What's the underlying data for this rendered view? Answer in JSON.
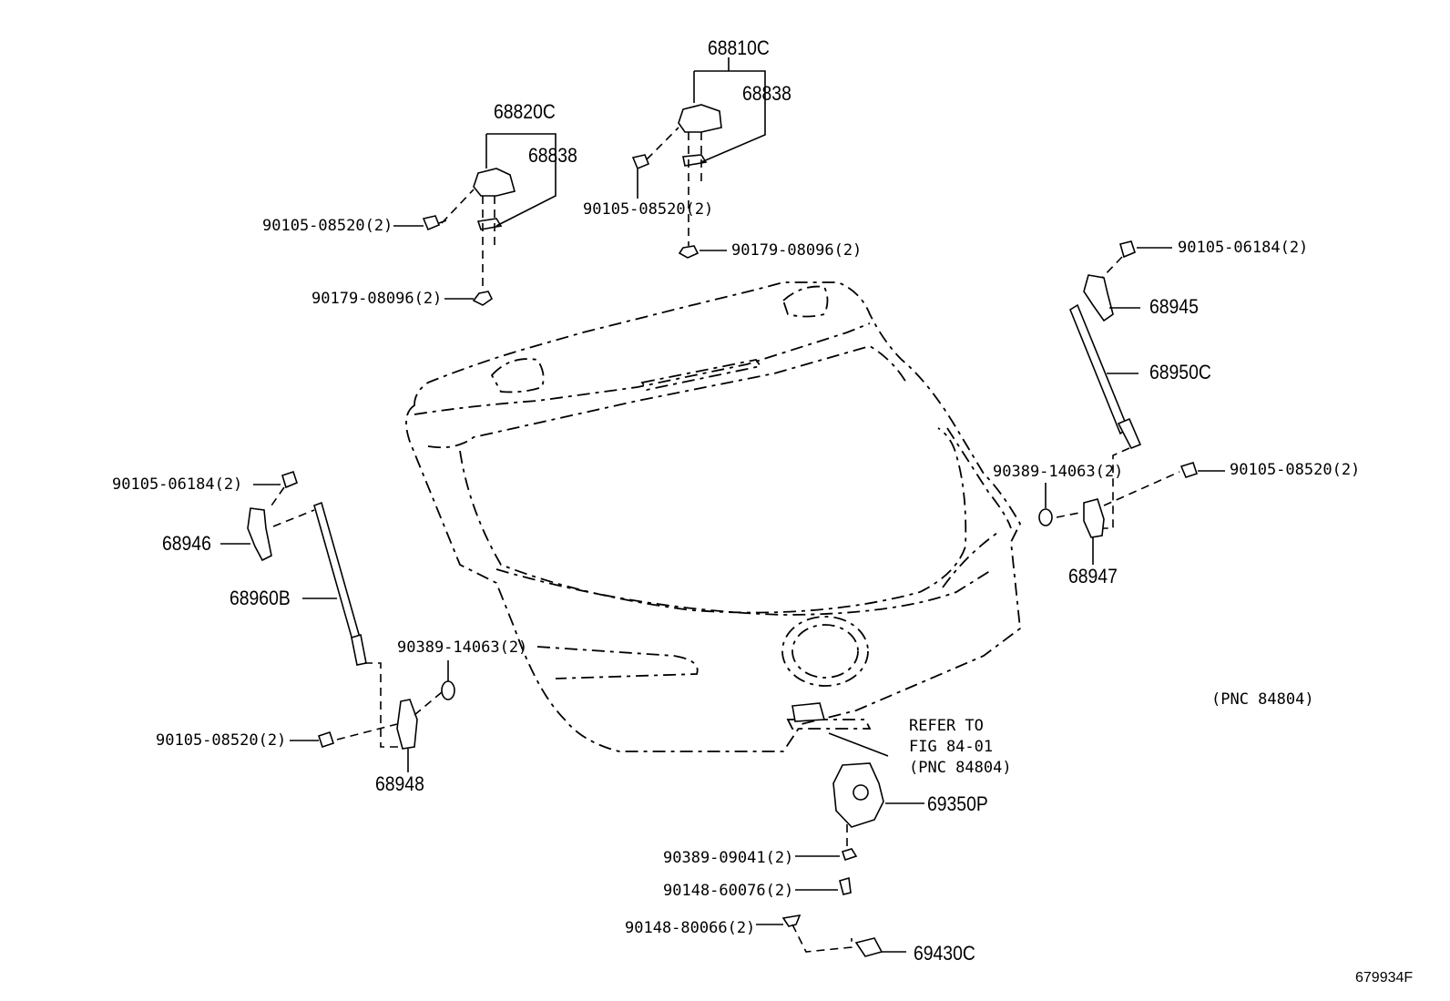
{
  "labels": {
    "l68810c": "68810C",
    "l68838_right": "68838",
    "l68820c": "68820C",
    "l68838_left": "68838",
    "bolt_hinge_left": "90105-08520(2)",
    "bolt_hinge_right": "90105-08520(2)",
    "nut_hinge_left": "90179-08096(2)",
    "nut_hinge_right": "90179-08096(2)",
    "bolt_stay_top_right": "90105-06184(2)",
    "l68945": "68945",
    "l68950c": "68950C",
    "washer_right": "90389-14063(2)",
    "bolt_stay_bottom_right": "90105-08520(2)",
    "l68947": "68947",
    "bolt_stay_top_left": "90105-06184(2)",
    "l68946": "68946",
    "l68960b": "68960B",
    "washer_left": "90389-14063(2)",
    "bolt_stay_bottom_left": "90105-08520(2)",
    "l68948": "68948",
    "pnc_note": "(PNC 84804)",
    "refer_line1": "REFER TO",
    "refer_line2": "FIG 84-01",
    "refer_line3": "(PNC 84804)",
    "l69350p": "69350P",
    "washer_lock": "90389-09041(2)",
    "bolt_lock": "90148-60076(2)",
    "screw_striker": "90148-80066(2)",
    "l69430c": "69430C",
    "figure_id": "679934F"
  },
  "icons": {
    "back_door": "back-door-panel",
    "hinge_left": "hinge-icon",
    "hinge_right": "hinge-icon",
    "stay_left": "gas-stay-icon",
    "stay_right": "gas-stay-icon",
    "lock": "door-lock-icon",
    "striker": "striker-icon"
  }
}
